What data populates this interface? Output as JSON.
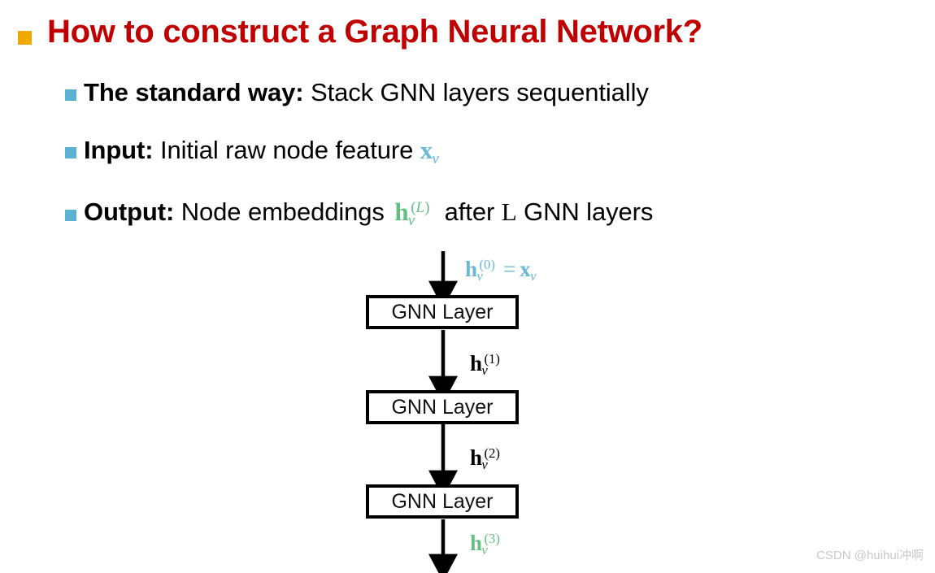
{
  "slide": {
    "title": "How to construct a Graph Neural Network?",
    "title_color": "#C00000",
    "main_bullet_color": "#EFA900",
    "sub_bullet_color": "#5BB4CF",
    "background": "#FFFFFF"
  },
  "bullets": [
    {
      "lead": "The standard way:",
      "rest": " Stack GNN layers sequentially"
    },
    {
      "lead": "Input:",
      "rest": " Initial raw node feature ",
      "math": {
        "base": "x",
        "sub": "v",
        "color": "#6BB8D4"
      }
    },
    {
      "lead": "Output:",
      "rest": " Node embeddings ",
      "math": {
        "base": "h",
        "sub": "v",
        "sup": "(L)",
        "color": "#62BE82"
      },
      "tail_pre": " after ",
      "tail_italic": "L",
      "tail_post": " GNN layers"
    }
  ],
  "diagram": {
    "box_label": "GNN Layer",
    "box_count": 3,
    "labels": [
      {
        "name": "input-label",
        "text": "h_v^(0) = x_v",
        "parts": {
          "h_base": "h",
          "h_sub": "v",
          "h_sup": "(0)",
          "eq": "=",
          "x_base": "x",
          "x_sub": "v"
        },
        "color": "#6BB8D4"
      },
      {
        "name": "layer1-output-label",
        "text": "h_v^(1)",
        "parts": {
          "h_base": "h",
          "h_sub": "v",
          "h_sup": "(1)"
        },
        "color": "#000000"
      },
      {
        "name": "layer2-output-label",
        "text": "h_v^(2)",
        "parts": {
          "h_base": "h",
          "h_sub": "v",
          "h_sup": "(2)"
        },
        "color": "#000000"
      },
      {
        "name": "layer3-output-label",
        "text": "h_v^(3)",
        "parts": {
          "h_base": "h",
          "h_sub": "v",
          "h_sup": "(3)"
        },
        "color": "#62BE82"
      }
    ]
  },
  "watermark": "CSDN @huihui冲啊"
}
